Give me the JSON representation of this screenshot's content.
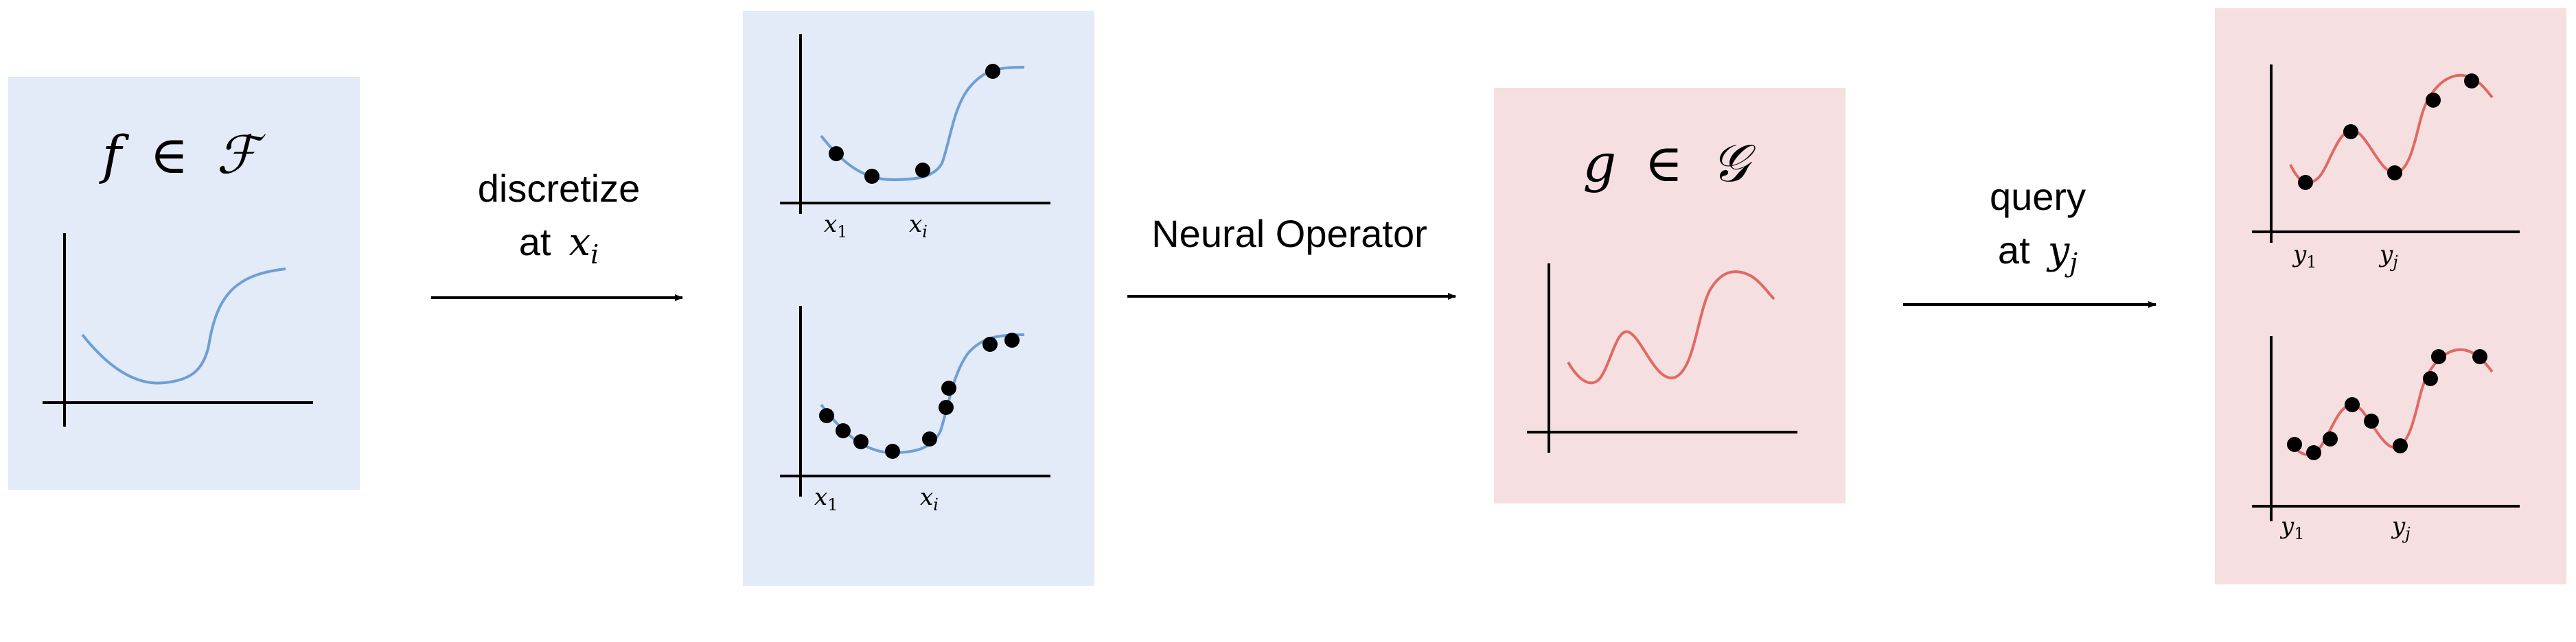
{
  "colors": {
    "blue_panel": "#e3eaf8",
    "red_panel": "#f6dfe1",
    "blue_curve": "#6e9fd4",
    "red_curve": "#e06a63",
    "ink": "#000000"
  },
  "input_function": {
    "var": "f",
    "in": "∈",
    "space": "ℱ"
  },
  "discretize_step": {
    "line1": "discretize",
    "at": "at",
    "var": "x",
    "sub": "i"
  },
  "discretized_plots": [
    {
      "tick1_var": "x",
      "tick1_sub": "1",
      "tick2_var": "x",
      "tick2_sub": "i"
    },
    {
      "tick1_var": "x",
      "tick1_sub": "1",
      "tick2_var": "x",
      "tick2_sub": "i"
    }
  ],
  "operator": {
    "label": "Neural Operator"
  },
  "output_function": {
    "var": "g",
    "in": "∈",
    "space": "𝒢"
  },
  "query_step": {
    "line1": "query",
    "at": "at",
    "var": "y",
    "sub": "j"
  },
  "queried_plots": [
    {
      "tick1_var": "y",
      "tick1_sub": "1",
      "tick2_var": "y",
      "tick2_sub": "j"
    },
    {
      "tick1_var": "y",
      "tick1_sub": "1",
      "tick2_var": "y",
      "tick2_sub": "j"
    }
  ],
  "icons": {
    "arrow": "right-arrow-icon",
    "sample": "filled-circle-icon"
  }
}
